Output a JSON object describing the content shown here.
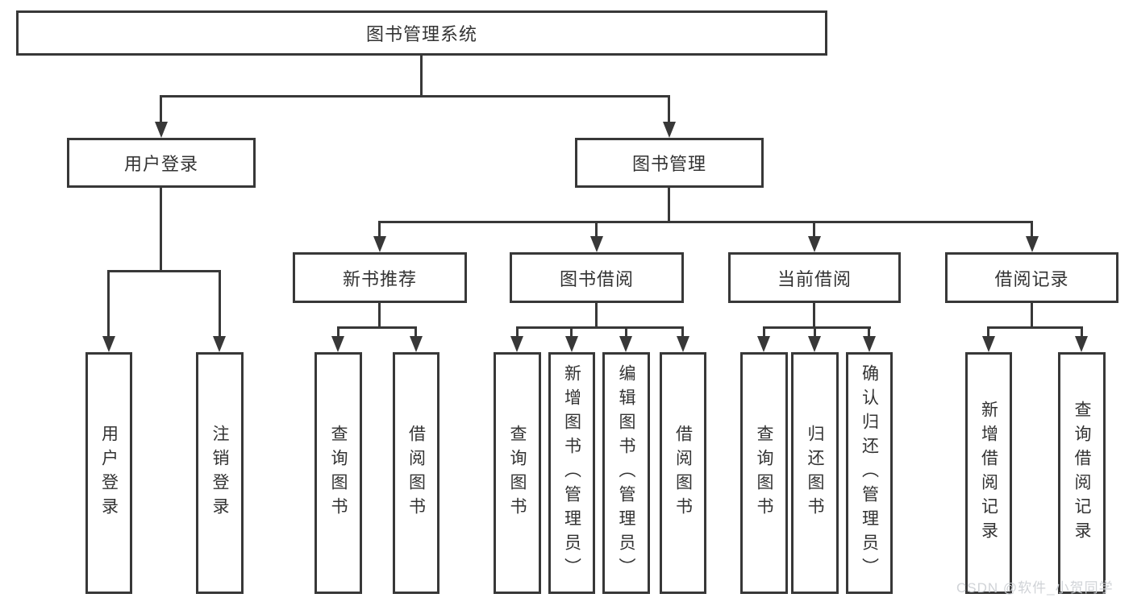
{
  "nodes": {
    "root": {
      "label": "图书管理系统"
    },
    "level2": [
      {
        "label": "用户登录"
      },
      {
        "label": "图书管理"
      }
    ],
    "level3": [
      {
        "label": "新书推荐"
      },
      {
        "label": "图书借阅"
      },
      {
        "label": "当前借阅"
      },
      {
        "label": "借阅记录"
      }
    ],
    "level4": [
      {
        "label": "用户登录"
      },
      {
        "label": "注销登录"
      },
      {
        "label": "查询图书"
      },
      {
        "label": "借阅图书"
      },
      {
        "label": "查询图书"
      },
      {
        "label": "新增图书（管理员）"
      },
      {
        "label": "编辑图书（管理员）"
      },
      {
        "label": "借阅图书"
      },
      {
        "label": "查询图书"
      },
      {
        "label": "归还图书"
      },
      {
        "label": "确认归还（管理员）"
      },
      {
        "label": "新增借阅记录"
      },
      {
        "label": "查询借阅记录"
      }
    ]
  },
  "watermark": {
    "text": "CSDN @软件_小贺同学"
  },
  "colors": {
    "line": "#383838",
    "text": "#333333",
    "background": "#ffffff",
    "watermark": "#cdd1d5"
  }
}
